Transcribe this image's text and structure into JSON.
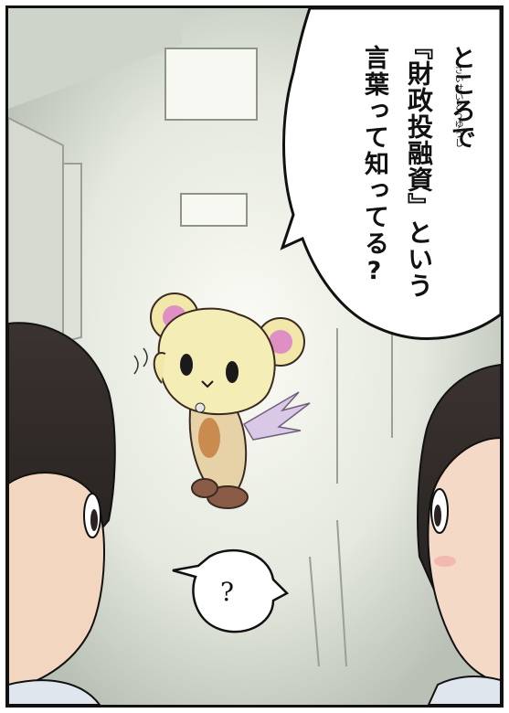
{
  "speech": {
    "line1": "ところで",
    "line2": "『財政投融資』という",
    "line3": "言葉って知ってる?",
    "ruby": "ざいせいとうゆうし"
  },
  "small_bubble": {
    "text": "?"
  }
}
